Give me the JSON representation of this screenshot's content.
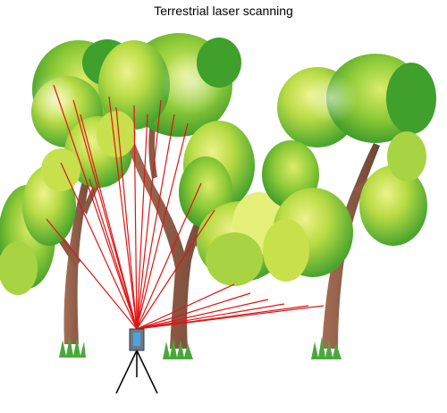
{
  "title": "Terrestrial laser scanning",
  "colors": {
    "beam": "#e01515",
    "trunk": "#8a5a44",
    "trunk_dark": "#6e4433",
    "foliage_dark": "#3e9e2a",
    "foliage_mid": "#7cc52f",
    "foliage_light": "#c8e04c",
    "foliage_pale": "#e6ef7a",
    "grass": "#49a83a",
    "scanner_body": "#6d7a86",
    "scanner_lens": "#4aa3df",
    "tripod": "#000000"
  },
  "figure": {
    "trees": [
      "left-tree",
      "middle-tree",
      "right-tree"
    ],
    "scanner": "laser-scanner-on-tripod",
    "beam_count": 21
  }
}
